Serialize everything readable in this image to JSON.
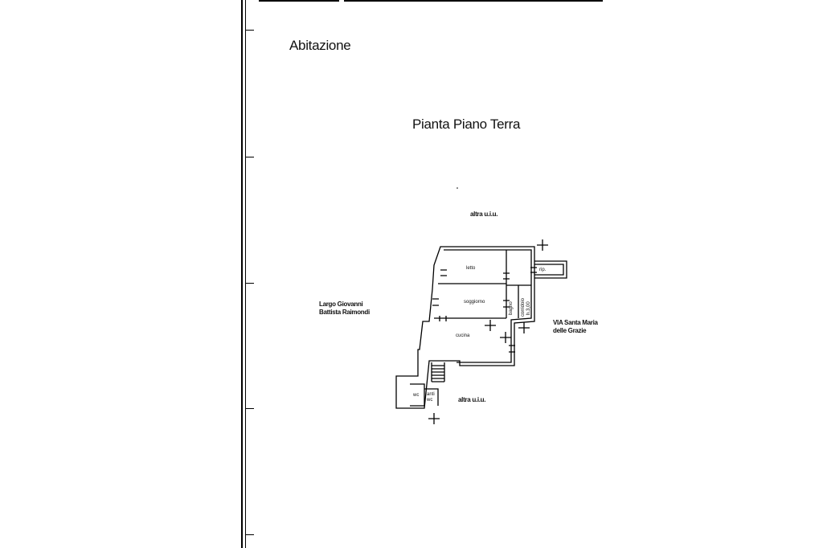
{
  "page": {
    "section_title": "Abitazione",
    "plan_title": "Pianta Piano Terra"
  },
  "neighbors": {
    "north": "altra u.i.u.",
    "south": "altra u.i.u."
  },
  "streets": {
    "west": [
      "Largo Giovanni",
      "Battista Raimondi"
    ],
    "east": [
      "VIA Santa Maria",
      "delle Grazie"
    ]
  },
  "rooms": {
    "letto": "letto",
    "soggiorno": "soggiorno",
    "cucina": "cucina",
    "rip": "rip.",
    "bagno": "bagno",
    "corridoio": "corridoio",
    "altezza": "h.3,00",
    "wc_1": "wc",
    "anti_wc": [
      "anti",
      "wc"
    ]
  }
}
